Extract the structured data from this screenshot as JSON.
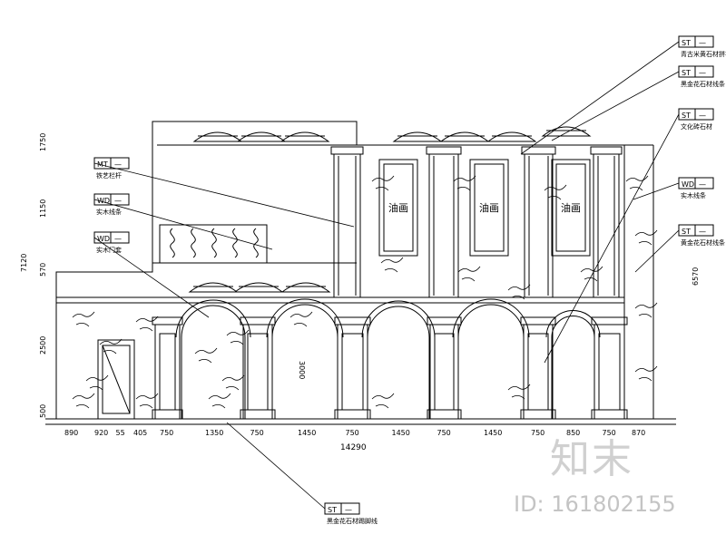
{
  "dims": {
    "bottom": [
      "890",
      "920",
      "55",
      "405",
      "750",
      "1350",
      "750",
      "1450",
      "750",
      "1450",
      "750",
      "1450",
      "750",
      "850",
      "750",
      "870"
    ],
    "total": "14290",
    "left_segments": [
      "1750",
      "1150",
      "570",
      "2500",
      "500"
    ],
    "left_total": "7120",
    "right_total": "6570",
    "arch_height": "3000"
  },
  "panels": {
    "painting_label": "油画"
  },
  "tags": [
    {
      "code": "ST",
      "sub": "—",
      "caption": "青古米黄石材拼花"
    },
    {
      "code": "ST",
      "sub": "—",
      "caption": "黑金花石材线条"
    },
    {
      "code": "ST",
      "sub": "—",
      "caption": "文化砖石材"
    },
    {
      "code": "WD",
      "sub": "—",
      "caption": "实木线条"
    },
    {
      "code": "ST",
      "sub": "—",
      "caption": "黄金花石材线条"
    },
    {
      "code": "MT",
      "sub": "—",
      "caption": "铁艺栏杆"
    },
    {
      "code": "WD",
      "sub": "—",
      "caption": "实木线条"
    },
    {
      "code": "WD",
      "sub": "—",
      "caption": "实木门套"
    },
    {
      "code": "ST",
      "sub": "—",
      "caption": "黑金花石材踢脚线"
    }
  ],
  "watermark": {
    "logo": "知末",
    "id": "ID: 161802155"
  }
}
